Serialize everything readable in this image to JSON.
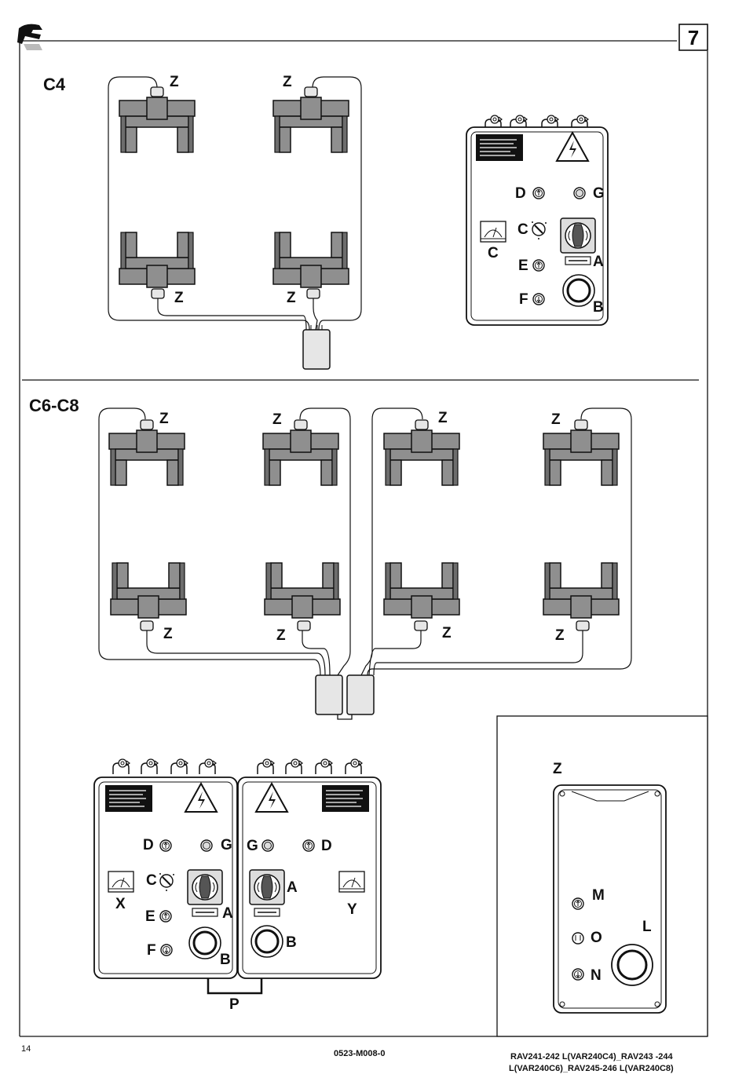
{
  "page_number_box": "7",
  "sections": {
    "top_title": "C4",
    "middle_title": "C6-C8"
  },
  "labels": {
    "z": "Z",
    "a": "A",
    "b": "B",
    "c": "C",
    "d": "D",
    "e": "E",
    "f": "F",
    "g": "G",
    "x": "X",
    "y": "Y",
    "p": "P",
    "m": "M",
    "o": "O",
    "n": "N",
    "l": "L"
  },
  "footer": {
    "page": "14",
    "code": "0523-M008-0",
    "models_line1": "RAV241-242 L(VAR240C4)_RAV243 -244",
    "models_line2": "L(VAR240C6)_RAV245-246 L(VAR240C8)"
  },
  "colors": {
    "ink": "#111111",
    "lift_gray": "#8f8f8f",
    "lift_dark": "#6d6d6d",
    "connector_gray": "#e6e6e6",
    "panel_fill": "#f2f2f2"
  },
  "icons": [
    "brand-logo-icon",
    "warning-high-voltage-icon",
    "gauge-icon",
    "button-up-icon",
    "button-down-icon",
    "main-switch-icon",
    "emergency-stop-icon"
  ]
}
